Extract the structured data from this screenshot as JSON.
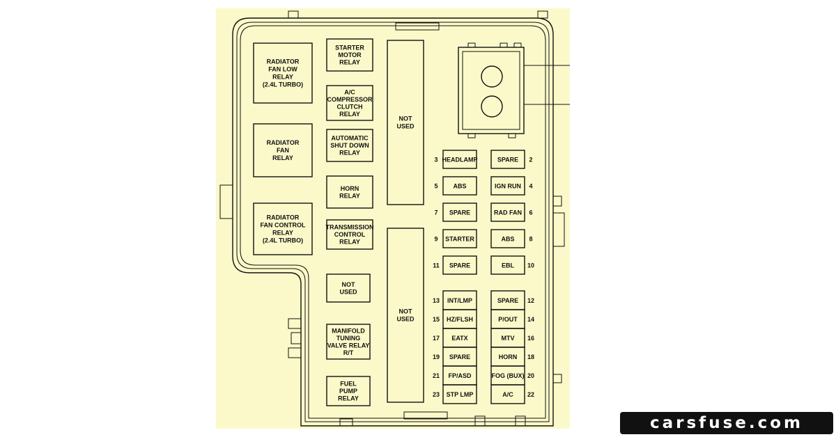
{
  "watermark": "carsfuse.com",
  "colors": {
    "panel": "#fbf9c9",
    "line": "#111111",
    "watermark_bg": "#111111"
  },
  "left_relays": [
    {
      "id": "radiator-fan-low-relay",
      "lines": [
        "RADIATOR",
        "FAN LOW",
        "RELAY",
        "(2.4L TURBO)"
      ]
    },
    {
      "id": "radiator-fan-relay",
      "lines": [
        "RADIATOR",
        "FAN",
        "RELAY"
      ]
    },
    {
      "id": "radiator-fan-control-relay",
      "lines": [
        "RADIATOR",
        "FAN CONTROL",
        "RELAY",
        "(2.4L TURBO)"
      ]
    }
  ],
  "middle_relays": [
    {
      "id": "starter-motor-relay",
      "lines": [
        "STARTER",
        "MOTOR",
        "RELAY"
      ]
    },
    {
      "id": "ac-compressor-clutch-relay",
      "lines": [
        "A/C",
        "COMPRESSOR",
        "CLUTCH",
        "RELAY"
      ]
    },
    {
      "id": "automatic-shut-down-relay",
      "lines": [
        "AUTOMATIC",
        "SHUT DOWN",
        "RELAY"
      ]
    },
    {
      "id": "horn-relay",
      "lines": [
        "HORN",
        "RELAY"
      ]
    },
    {
      "id": "transmission-control-relay",
      "lines": [
        "TRANSMISSION",
        "CONTROL",
        "RELAY"
      ]
    },
    {
      "id": "not-used-relay",
      "lines": [
        "NOT",
        "USED"
      ]
    },
    {
      "id": "manifold-tuning-valve-relay",
      "lines": [
        "MANIFOLD",
        "TUNING",
        "VALVE RELAY",
        "R/T"
      ]
    },
    {
      "id": "fuel-pump-relay",
      "lines": [
        "FUEL",
        "PUMP",
        "RELAY"
      ]
    }
  ],
  "not_used_slots": [
    {
      "id": "not-used-slot-upper",
      "lines": [
        "NOT",
        "USED"
      ]
    },
    {
      "id": "not-used-slot-lower",
      "lines": [
        "NOT",
        "USED"
      ]
    }
  ],
  "fuses_left": [
    {
      "num": "3",
      "label": "HEADLAMP"
    },
    {
      "num": "5",
      "label": "ABS"
    },
    {
      "num": "7",
      "label": "SPARE"
    },
    {
      "num": "9",
      "label": "STARTER"
    },
    {
      "num": "11",
      "label": "SPARE"
    },
    {
      "num": "13",
      "label": "INT/LMP"
    },
    {
      "num": "15",
      "label": "HZ/FLSH"
    },
    {
      "num": "17",
      "label": "EATX"
    },
    {
      "num": "19",
      "label": "SPARE"
    },
    {
      "num": "21",
      "label": "FP/ASD"
    },
    {
      "num": "23",
      "label": "STP LMP"
    }
  ],
  "fuses_right": [
    {
      "num": "2",
      "label": "SPARE"
    },
    {
      "num": "4",
      "label": "IGN RUN"
    },
    {
      "num": "6",
      "label": "RAD FAN"
    },
    {
      "num": "8",
      "label": "ABS"
    },
    {
      "num": "10",
      "label": "EBL"
    },
    {
      "num": "12",
      "label": "SPARE"
    },
    {
      "num": "14",
      "label": "P/OUT"
    },
    {
      "num": "16",
      "label": "MTV"
    },
    {
      "num": "18",
      "label": "HORN"
    },
    {
      "num": "20",
      "label": "FOG (BUX)"
    },
    {
      "num": "22",
      "label": "A/C"
    }
  ]
}
